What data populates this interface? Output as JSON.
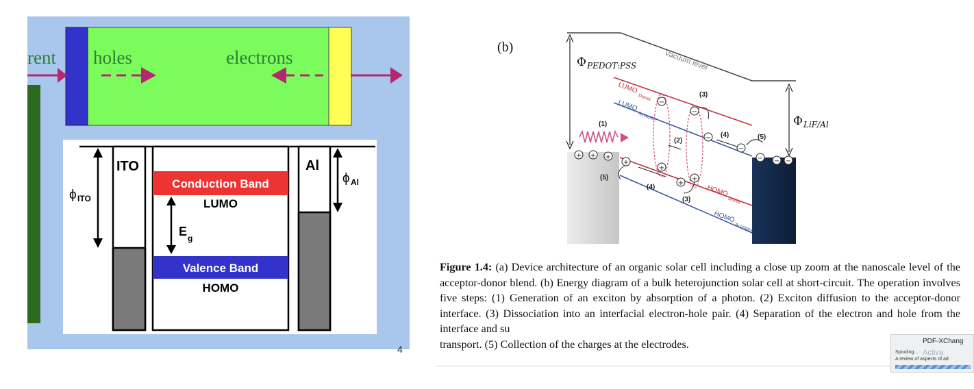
{
  "left_slide": {
    "arrow_label": "rent",
    "holes_label": "holes",
    "electrons_label": "electrons",
    "ito_label": "ITO",
    "al_label": "Al",
    "phi_ito": "ϕ",
    "phi_ito_sub": "ITO",
    "phi_al": "ϕ",
    "phi_al_sub": "Al",
    "conduction_band": "Conduction Band",
    "lumo": "LUMO",
    "eg": "E",
    "eg_sub": "g",
    "valence_band": "Valence Band",
    "homo": "HOMO",
    "page_mark": "4",
    "colors": {
      "slide_bg": "#a9c6ec",
      "device_green": "#7cfc5c",
      "electrode_blue": "#3333cc",
      "electrode_yellow": "#ffff55",
      "arrow_magenta": "#b3286e",
      "conduction_red": "#ee3333",
      "valence_blue": "#3333cc",
      "dark_green": "#2b6a1f",
      "metal_gray": "#7a7a7a"
    }
  },
  "right_figure": {
    "fig_label": "(b)",
    "phi_pedot": "Φ",
    "phi_pedot_sub": "PEDOT:PSS",
    "phi_lif": "Φ",
    "phi_lif_sub": "LiF/Al",
    "vacuum_level": "Vacuum level",
    "lumo_donor": "LUMO",
    "lumo_donor_sub": "Donor",
    "lumo_acceptor": "LUMO",
    "lumo_acceptor_sub": "Acceptor",
    "homo_donor": "HOMO",
    "homo_donor_sub": "Donor",
    "homo_acceptor": "HOMO",
    "homo_acceptor_sub": "Acceptor",
    "step1": "(1)",
    "step2": "(2)",
    "step3a": "(3)",
    "step3b": "(3)",
    "step4a": "(4)",
    "step4b": "(4)",
    "step5a": "(5)",
    "step5b": "(5)",
    "plus": "+",
    "minus": "−",
    "colors": {
      "donor_red": "#c0303a",
      "acceptor_blue": "#3a5a9a",
      "exciton_pink": "#d0508a",
      "cathode_navy": "#12284a",
      "anode_gray": "#d8d8d8"
    }
  },
  "caption": {
    "label": "Figure 1.4:",
    "text": "(a) Device architecture of an organic solar cell including a close up zoom at the nanoscale level of the acceptor-donor blend. (b) Energy diagram of a bulk heterojunction solar cell at short-circuit. The operation involves five steps: (1) Generation of an exciton by absorption of a photon. (2) Exciton diffusion to the acceptor-donor interface. (3) Dissociation into an interfacial electron-hole pair. (4) Separation of the electron and hole from the interface and su",
    "text_end": "transport. (5) Collection of the charges at the electrodes."
  },
  "popup": {
    "title": "PDF-XChang",
    "line1": "Spooling...",
    "line1_overlay": "Activa",
    "line2": "A review of aspects of ad"
  }
}
